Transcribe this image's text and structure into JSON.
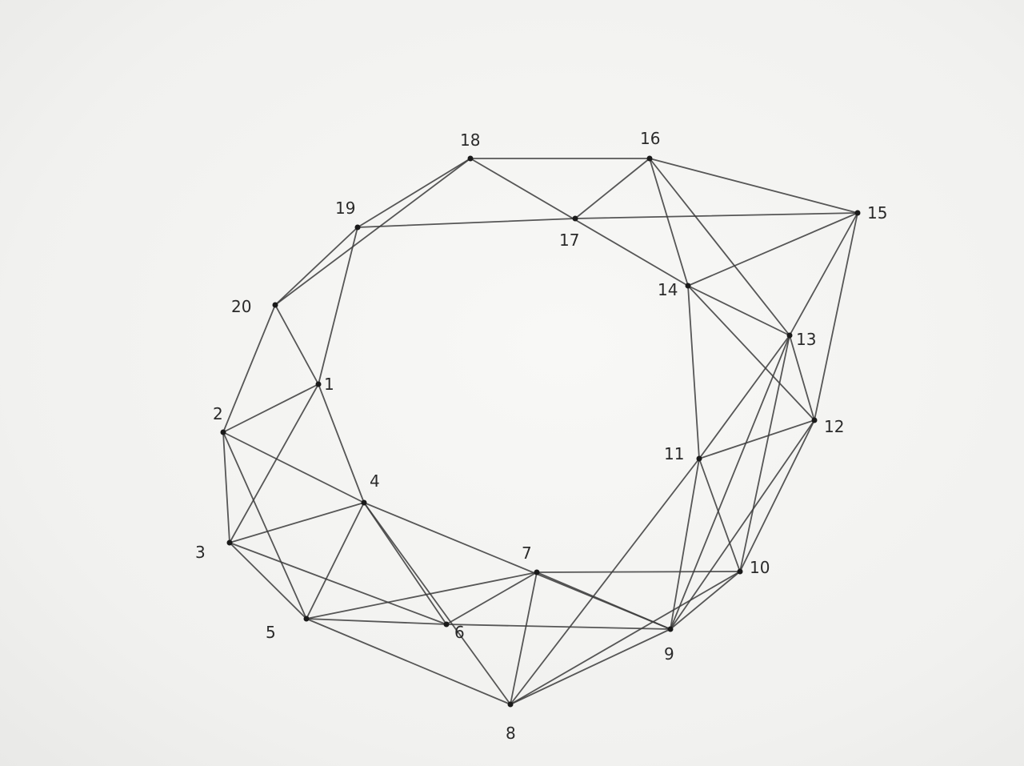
{
  "diagram": {
    "vertices": [
      {
        "id": "1",
        "label": "1"
      },
      {
        "id": "2",
        "label": "2"
      },
      {
        "id": "3",
        "label": "3"
      },
      {
        "id": "4",
        "label": "4"
      },
      {
        "id": "5",
        "label": "5"
      },
      {
        "id": "6",
        "label": "6"
      },
      {
        "id": "7",
        "label": "7"
      },
      {
        "id": "8",
        "label": "8"
      },
      {
        "id": "9",
        "label": "9"
      },
      {
        "id": "10",
        "label": "10"
      },
      {
        "id": "11",
        "label": "11"
      },
      {
        "id": "12",
        "label": "12"
      },
      {
        "id": "13",
        "label": "13"
      },
      {
        "id": "14",
        "label": "14"
      },
      {
        "id": "15",
        "label": "15"
      },
      {
        "id": "16",
        "label": "16"
      },
      {
        "id": "17",
        "label": "17"
      },
      {
        "id": "18",
        "label": "18"
      },
      {
        "id": "19",
        "label": "19"
      },
      {
        "id": "20",
        "label": "20"
      }
    ],
    "edges": [
      [
        "18",
        "16"
      ],
      [
        "16",
        "15"
      ],
      [
        "18",
        "19"
      ],
      [
        "18",
        "20"
      ],
      [
        "18",
        "14"
      ],
      [
        "19",
        "17"
      ],
      [
        "17",
        "15"
      ],
      [
        "17",
        "16"
      ],
      [
        "16",
        "14"
      ],
      [
        "16",
        "13"
      ],
      [
        "15",
        "14"
      ],
      [
        "15",
        "13"
      ],
      [
        "15",
        "12"
      ],
      [
        "19",
        "20"
      ],
      [
        "19",
        "1"
      ],
      [
        "20",
        "1"
      ],
      [
        "20",
        "2"
      ],
      [
        "2",
        "1"
      ],
      [
        "2",
        "3"
      ],
      [
        "2",
        "4"
      ],
      [
        "2",
        "5"
      ],
      [
        "1",
        "3"
      ],
      [
        "1",
        "4"
      ],
      [
        "3",
        "4"
      ],
      [
        "3",
        "5"
      ],
      [
        "3",
        "6"
      ],
      [
        "4",
        "5"
      ],
      [
        "4",
        "6"
      ],
      [
        "4",
        "8"
      ],
      [
        "4",
        "9"
      ],
      [
        "5",
        "6"
      ],
      [
        "5",
        "7"
      ],
      [
        "5",
        "8"
      ],
      [
        "6",
        "7"
      ],
      [
        "6",
        "9"
      ],
      [
        "7",
        "8"
      ],
      [
        "7",
        "9"
      ],
      [
        "7",
        "10"
      ],
      [
        "8",
        "9"
      ],
      [
        "8",
        "10"
      ],
      [
        "8",
        "11"
      ],
      [
        "9",
        "10"
      ],
      [
        "9",
        "11"
      ],
      [
        "9",
        "12"
      ],
      [
        "9",
        "13"
      ],
      [
        "10",
        "11"
      ],
      [
        "10",
        "12"
      ],
      [
        "10",
        "13"
      ],
      [
        "11",
        "12"
      ],
      [
        "11",
        "13"
      ],
      [
        "11",
        "14"
      ],
      [
        "12",
        "13"
      ],
      [
        "12",
        "14"
      ],
      [
        "13",
        "14"
      ]
    ]
  }
}
